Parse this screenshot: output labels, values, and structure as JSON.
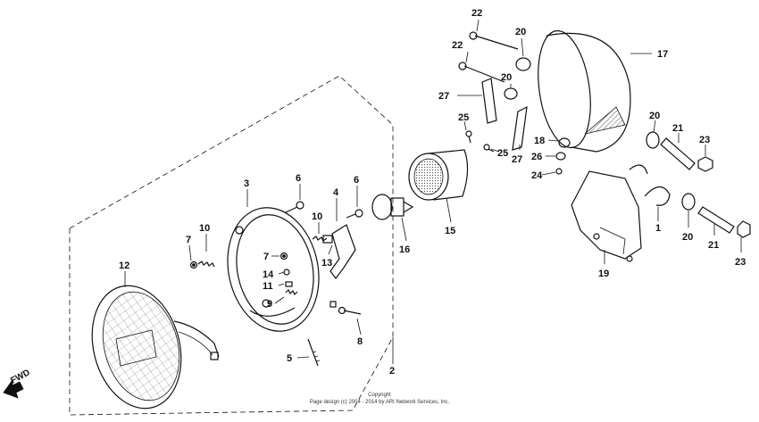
{
  "labels": {
    "l22a": "22",
    "l20a": "20",
    "l17": "17",
    "l22b": "22",
    "l20b": "20",
    "l27a": "27",
    "l27b": "27",
    "l25a": "25",
    "l25b": "25",
    "l18": "18",
    "l26": "26",
    "l24": "24",
    "l20c": "20",
    "l21a": "21",
    "l23a": "23",
    "l1": "1",
    "l20d": "20",
    "l21b": "21",
    "l23b": "23",
    "l19": "19",
    "l3": "3",
    "l6a": "6",
    "l6b": "6",
    "l4": "4",
    "l10a": "10",
    "l10b": "10",
    "l16": "16",
    "l15": "15",
    "l7a": "7",
    "l7b": "7",
    "l13": "13",
    "l14": "14",
    "l11": "11",
    "l9": "9",
    "l12": "12",
    "l8": "8",
    "l5": "5",
    "l2": "2"
  },
  "fwd": "FWD",
  "copyright": {
    "line1": "Copyright",
    "line2": "Page design (c) 2004 - 2014 by ARI Network Services, Inc."
  }
}
